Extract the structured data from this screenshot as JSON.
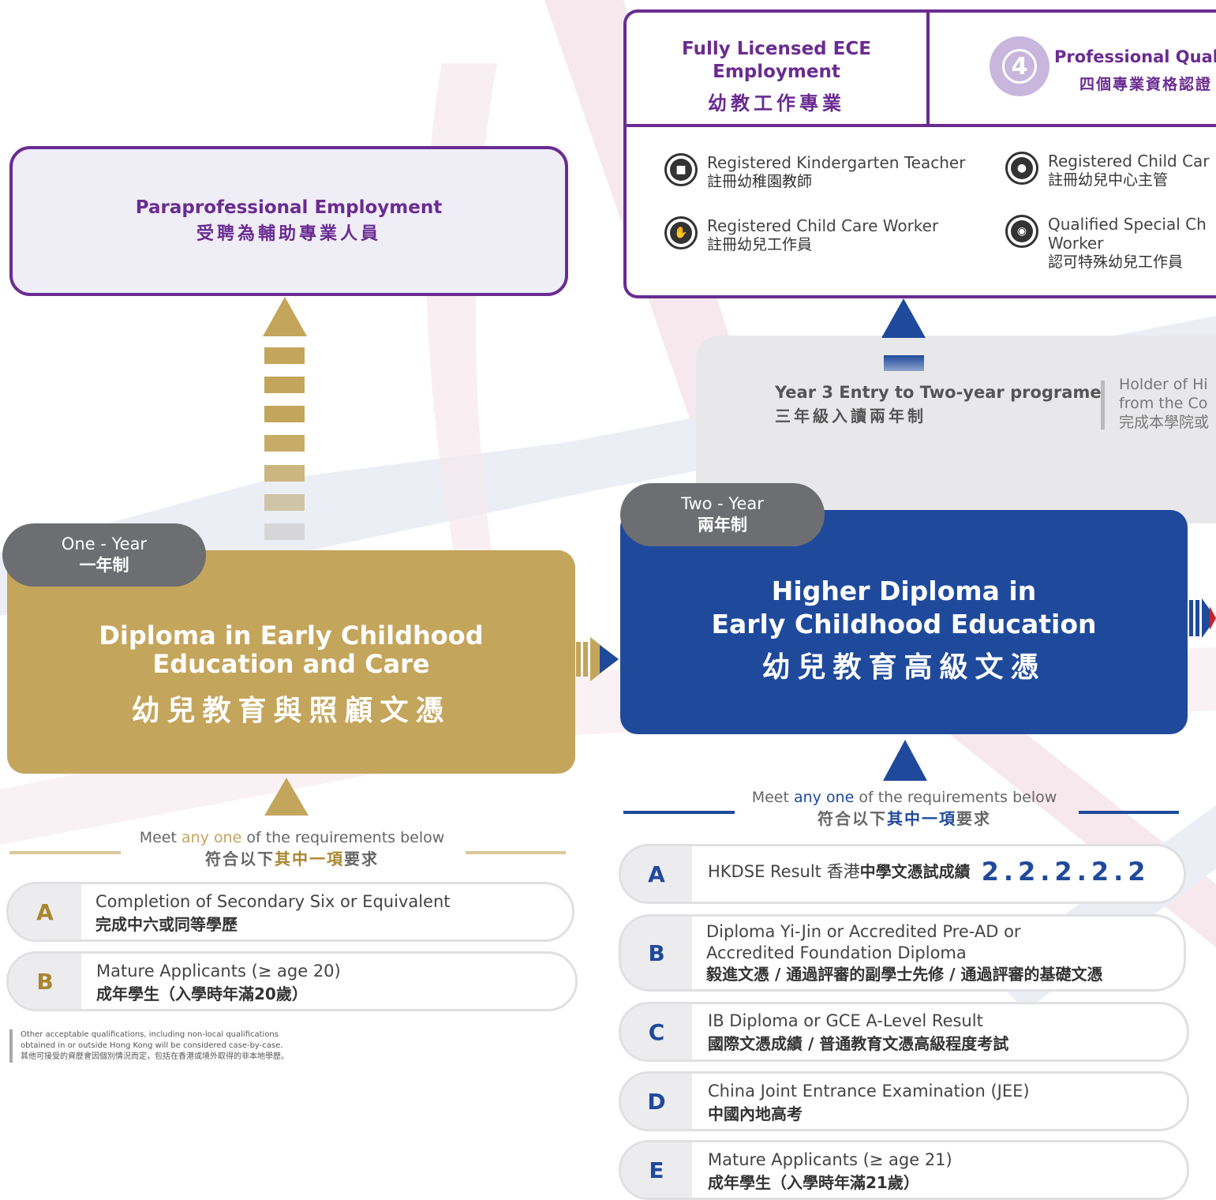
{
  "paraprofessional": {
    "title_en": "Paraprofessional Employment",
    "title_zh": "受聘為輔助專業人員"
  },
  "licensed": {
    "title_en_line1": "Fully Licensed ECE",
    "title_en_line2": "Employment",
    "title_zh": "幼教工作專業",
    "badge_number": "4",
    "qual_en": "Professional Qualit",
    "qual_zh": "四個專業資格認證",
    "roles": [
      {
        "en": "Registered Kindergarten Teacher",
        "zh": "註冊幼稚園教師"
      },
      {
        "en": "Registered Child Car",
        "zh": "註冊幼兒中心主管"
      },
      {
        "en": "Registered Child Care Worker",
        "zh": "註冊幼兒工作員"
      },
      {
        "en_line1": "Qualified Special Ch",
        "en_line2": "Worker",
        "zh": "認可特殊幼兒工作員"
      }
    ]
  },
  "year3": {
    "title_en": "Year 3 Entry to Two-year programe",
    "title_zh": "三年級入讀兩年制",
    "detail_line1": "Holder of Hi",
    "detail_line2": "from the Co",
    "detail_line3": "完成本學院或"
  },
  "diploma": {
    "duration_en": "One - Year",
    "duration_zh": "一年制",
    "title_en_line1": "Diploma in Early Childhood",
    "title_en_line2": "Education and Care",
    "title_zh": "幼兒教育與照顧文憑",
    "req_en_pre": "Meet ",
    "req_en_hl": "any one",
    "req_en_post": " of the requirements below",
    "req_zh_pre": "符合以下",
    "req_zh_hl": "其中一項",
    "req_zh_post": "要求",
    "requirements": [
      {
        "letter": "A",
        "en": "Completion of Secondary Six or Equivalent",
        "zh": "完成中六或同等學歷"
      },
      {
        "letter": "B",
        "en": "Mature Applicants (≥ age 20)",
        "zh": "成年學生（入學時年滿20歲）"
      }
    ],
    "footnote_line1": "Other acceptable qualifications, including non-local qualifications",
    "footnote_line2": "obtained in or outside Hong Kong will be considered case-by-case.",
    "footnote_line3": "其他可接受的資歷會因個別情況而定，包括在香港或境外取得的非本地學歷。"
  },
  "higher_diploma": {
    "duration_en": "Two - Year",
    "duration_zh": "兩年制",
    "title_en_line1": "Higher Diploma in",
    "title_en_line2": "Early Childhood Education",
    "title_zh": "幼兒教育高級文憑",
    "req_en_pre": "Meet ",
    "req_en_hl": "any one",
    "req_en_post": " of the requirements below",
    "req_zh_pre": "符合以下",
    "req_zh_hl": "其中一項",
    "req_zh_post": "要求",
    "requirements": [
      {
        "letter": "A",
        "en": "HKDSE Result 香港",
        "zh": "中學文憑試成績",
        "score": "2.2.2.2.2"
      },
      {
        "letter": "B",
        "en_line1": "Diploma Yi-Jin or Accredited Pre-AD  or",
        "en_line2": "Accredited Foundation Diploma",
        "zh": "毅進文憑 / 通過評審的副學士先修 / 通過評審的基礎文憑"
      },
      {
        "letter": "C",
        "en": "IB Diploma or GCE A-Level Result",
        "zh": "國際文憑成績 / 普通教育文憑高級程度考試"
      },
      {
        "letter": "D",
        "en": "China Joint Entrance Examination (JEE)",
        "zh": "中國內地高考"
      },
      {
        "letter": "E",
        "en": "Mature Applicants (≥ age 21)",
        "zh": "成年學生（入學時年滿21歲）"
      }
    ]
  },
  "colors": {
    "purple": "#6a2c91",
    "gold": "#c4a55c",
    "blue": "#1f4a9c",
    "grey_pill": "#6d6e71"
  }
}
